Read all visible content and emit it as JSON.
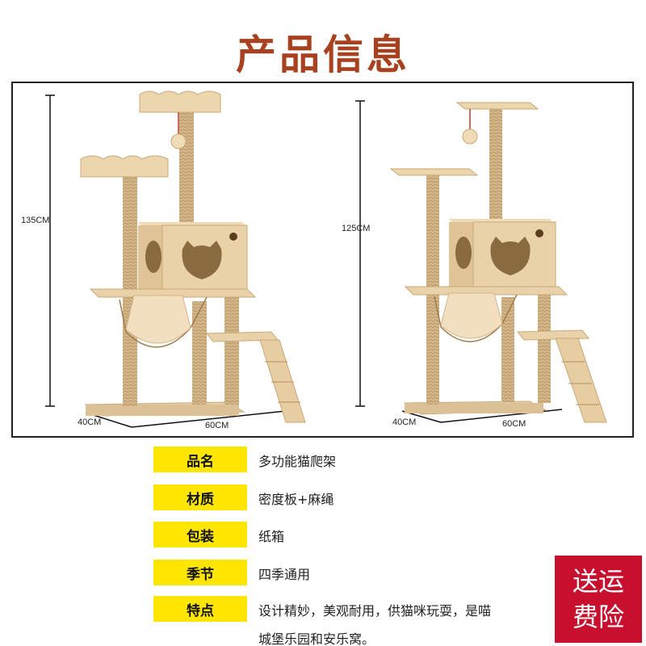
{
  "title": "产品信息",
  "left_product": {
    "height_label": "135CM",
    "depth_label": "40CM",
    "width_label": "60CM"
  },
  "right_product": {
    "height_label": "125CM",
    "depth_label": "40CM",
    "width_label": "60CM"
  },
  "specs": [
    {
      "label": "品名",
      "value": "多功能猫爬架"
    },
    {
      "label": "材质",
      "value": "密度板+麻绳"
    },
    {
      "label": "包装",
      "value": "纸箱"
    },
    {
      "label": "季节",
      "value": "四季通用"
    },
    {
      "label": "特点",
      "value": "设计精妙，美观耐用，供猫咪玩耍，是喵",
      "value2": "城堡乐园和安乐窝。"
    }
  ],
  "badge": {
    "line1": "送运",
    "line2": "费险"
  },
  "colors": {
    "title": "#a8411f",
    "label_bg": "#ffe600",
    "badge_bg": "#c8102e",
    "wood": "#e3c9a0",
    "rope": "#cdb48c"
  }
}
